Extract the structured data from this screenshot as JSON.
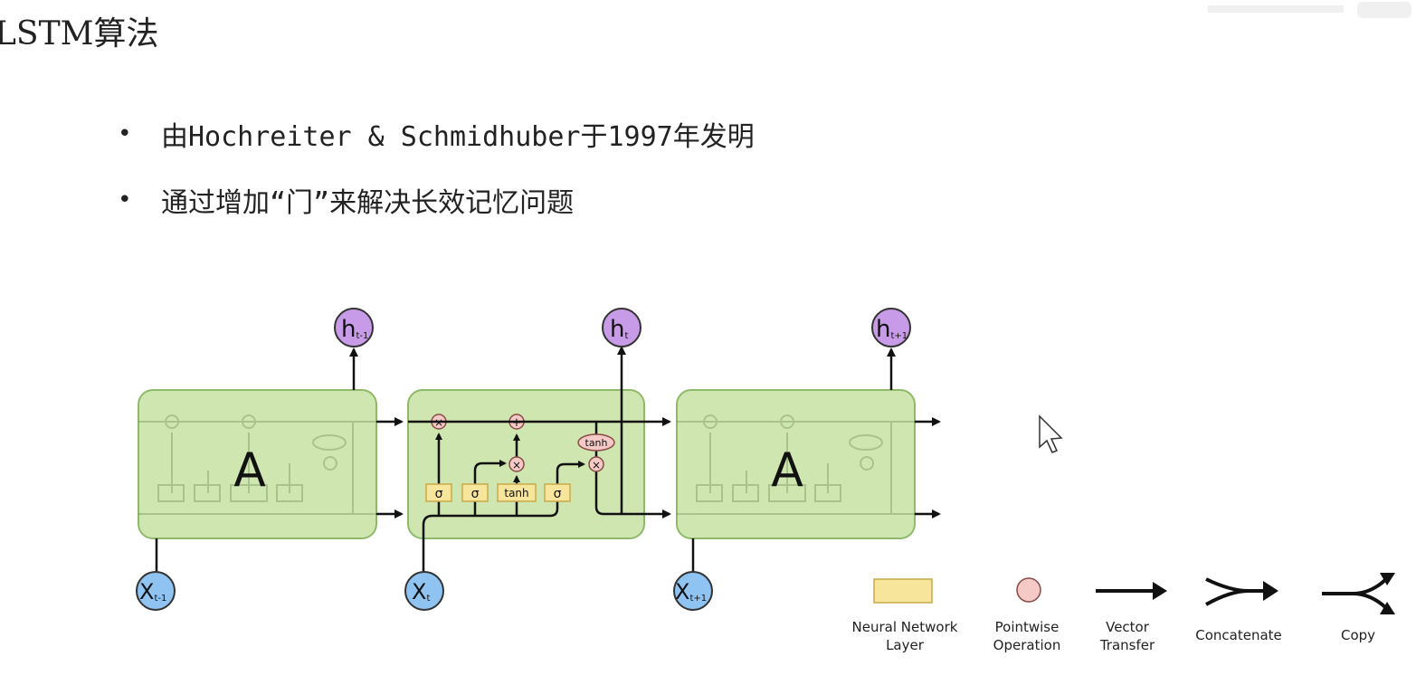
{
  "slide": {
    "title": "LSTM算法",
    "bullets": [
      "由Hochreiter & Schmidhuber于1997年发明",
      "通过增加“门”来解决长效记忆问题"
    ]
  },
  "diagram": {
    "cells": [
      {
        "label": "A",
        "input": {
          "base": "X",
          "sub": "t-1"
        },
        "output": {
          "base": "h",
          "sub": "t-1"
        }
      },
      {
        "label": "",
        "input": {
          "base": "X",
          "sub": "t"
        },
        "output": {
          "base": "h",
          "sub": "t"
        }
      },
      {
        "label": "A",
        "input": {
          "base": "X",
          "sub": "t+1"
        },
        "output": {
          "base": "h",
          "sub": "t+1"
        }
      }
    ],
    "gates": [
      "σ",
      "σ",
      "tanh",
      "σ"
    ],
    "pointwise": [
      "×",
      "+",
      "×",
      "×"
    ],
    "tanh_op": "tanh",
    "colors": {
      "cell_fill": "#cfe6b0",
      "cell_stroke": "#8fba6a",
      "gate_fill": "#f8e59c",
      "gate_stroke": "#c9a84a",
      "pointwise_fill": "#f4c9c6",
      "pointwise_stroke": "#8a4a46",
      "output_node": "#c79be8",
      "input_node": "#8fc3f2"
    }
  },
  "legend": [
    {
      "icon": "neural-network-layer-icon",
      "label_lines": [
        "Neural Network",
        "Layer"
      ]
    },
    {
      "icon": "pointwise-operation-icon",
      "label_lines": [
        "Pointwise",
        "Operation"
      ]
    },
    {
      "icon": "vector-transfer-icon",
      "label_lines": [
        "Vector",
        "Transfer"
      ]
    },
    {
      "icon": "concatenate-icon",
      "label_lines": [
        "Concatenate"
      ]
    },
    {
      "icon": "copy-icon",
      "label_lines": [
        "Copy"
      ]
    }
  ]
}
